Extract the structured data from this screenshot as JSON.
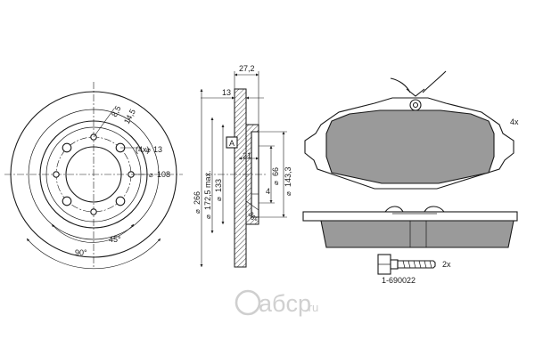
{
  "disc_front": {
    "bolt_count": "(4x)",
    "bolt_dia": "13",
    "hole_small": "8,5",
    "hole_large": "14,5",
    "pcd": "108",
    "angle_inner": "45°",
    "angle_outer": "90°"
  },
  "disc_section": {
    "thickness": "27,2",
    "hat": "13",
    "datum": "A",
    "offset": "21",
    "min_thickness": "4",
    "dia_outer": "266",
    "dia_friction": "172,5 max.",
    "dia_hub": "133",
    "dia_bore": "66",
    "dia_hat": "143,3",
    "chamfer": "35°"
  },
  "pad": {
    "qty": "4x"
  },
  "bolt": {
    "qty": "2x",
    "part_no": "1-690022"
  },
  "watermark": {
    "text": "aбcp",
    "suffix": ".ru"
  }
}
